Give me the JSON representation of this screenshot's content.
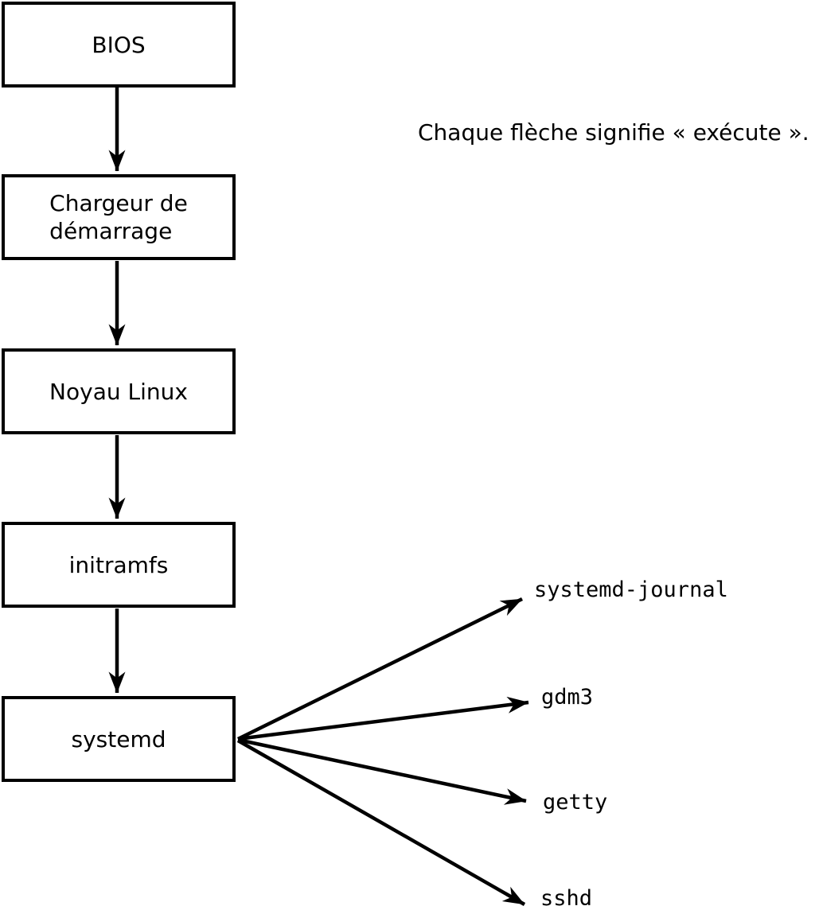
{
  "diagram": {
    "title_annotation": "Chaque flèche signifie « exécute ».",
    "colors": {
      "stroke": "#000000",
      "background": "#ffffff",
      "node_fill": "#ffffff"
    },
    "nodes": [
      {
        "id": "bios",
        "label": "BIOS"
      },
      {
        "id": "bootloader",
        "label": "Chargeur de\ndémarrage"
      },
      {
        "id": "kernel",
        "label": "Noyau Linux"
      },
      {
        "id": "initramfs",
        "label": "initramfs"
      },
      {
        "id": "systemd",
        "label": "systemd"
      }
    ],
    "branches": [
      {
        "id": "systemd-journal",
        "label": "systemd-journal"
      },
      {
        "id": "gdm3",
        "label": "gdm3"
      },
      {
        "id": "getty",
        "label": "getty"
      },
      {
        "id": "sshd",
        "label": "sshd"
      }
    ],
    "edges": [
      {
        "from": "BIOS",
        "to": "Chargeur de démarrage"
      },
      {
        "from": "Chargeur de démarrage",
        "to": "Noyau Linux"
      },
      {
        "from": "Noyau Linux",
        "to": "initramfs"
      },
      {
        "from": "initramfs",
        "to": "systemd"
      },
      {
        "from": "systemd",
        "to": "systemd-journal"
      },
      {
        "from": "systemd",
        "to": "gdm3"
      },
      {
        "from": "systemd",
        "to": "getty"
      },
      {
        "from": "systemd",
        "to": "sshd"
      }
    ]
  }
}
